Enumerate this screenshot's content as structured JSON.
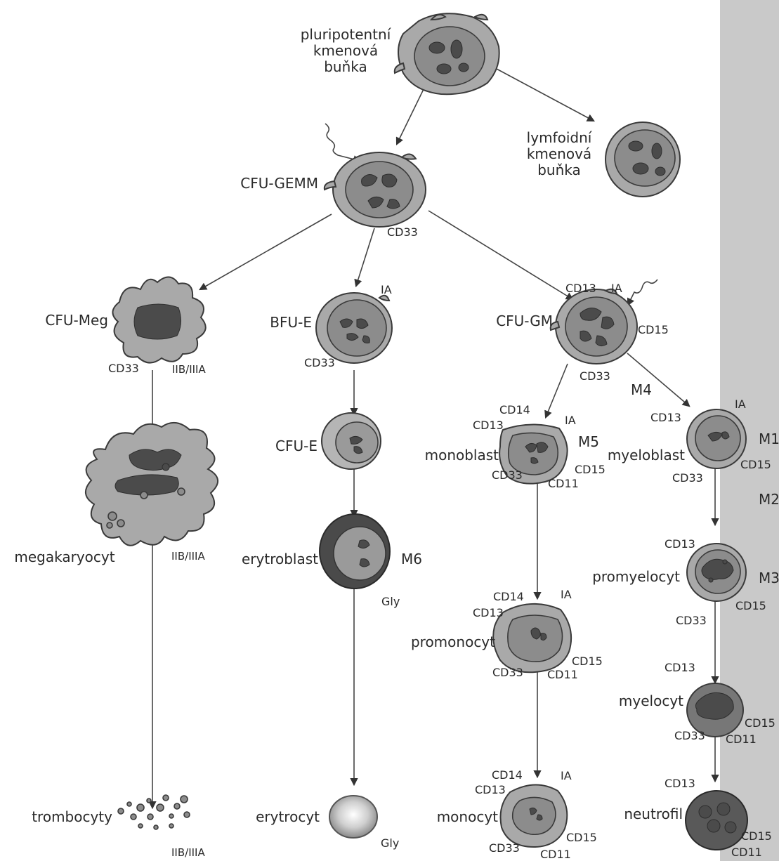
{
  "nodes": {
    "stem": "pluripotentní\nkmenová\nbuňka",
    "lymph": "lymfoidní\nkmenová\nbuňka",
    "gemm": "CFU-GEMM",
    "meg": "CFU-Meg",
    "bfue": "BFU-E",
    "gm": "CFU-GM",
    "cfue": "CFU-E",
    "megakaryocyt": "megakaryocyt",
    "trombocyty": "trombocyty",
    "erytroblast": "erytroblast",
    "erytrocyt": "erytrocyt",
    "monoblast": "monoblast",
    "promonocyt": "promonocyt",
    "monocyt": "monocyt",
    "myeloblast": "myeloblast",
    "promyelocyt": "promyelocyt",
    "myelocyt": "myelocyt",
    "neutrofil": "neutrofil"
  },
  "markers": {
    "gemm_cd33": "CD33",
    "meg_cd33": "CD33",
    "meg_iib": "IIB/IIIA",
    "mk_iib": "IIB/IIIA",
    "tr_iib": "IIB/IIIA",
    "bfue_ia": "IA",
    "bfue_cd33": "CD33",
    "gm_cd13": "CD13",
    "gm_ia": "IA",
    "gm_cd15": "CD15",
    "gm_cd33": "CD33",
    "eb_gly": "Gly",
    "ec_gly": "Gly",
    "mb_cd14": "CD14",
    "mb_cd13": "CD13",
    "mb_ia": "IA",
    "mb_cd33": "CD33",
    "mb_cd15": "CD15",
    "mb_cd11": "CD11",
    "pm_cd14": "CD14",
    "pm_ia": "IA",
    "pm_cd13": "CD13",
    "pm_cd15": "CD15",
    "pm_cd33": "CD33",
    "pm_cd11": "CD11",
    "mo_cd14": "CD14",
    "mo_ia": "IA",
    "mo_cd13": "CD13",
    "mo_cd33": "CD33",
    "mo_cd15": "CD15",
    "mo_cd11": "CD11",
    "my_cd13": "CD13",
    "my_ia": "IA",
    "my_cd15": "CD15",
    "my_cd33": "CD33",
    "pr_cd13": "CD13",
    "pr_cd15": "CD15",
    "pr_cd33": "CD33",
    "mc_cd13": "CD13",
    "mc_cd15": "CD15",
    "mc_cd33": "CD33",
    "mc_cd11": "CD11",
    "nf_cd13": "CD13",
    "nf_cd15": "CD15",
    "nf_cd11": "CD11"
  },
  "leukemia_types": {
    "m4": "M4",
    "m5": "M5",
    "m6": "M6",
    "m1": "M1",
    "m2": "M2",
    "m3": "M3"
  }
}
